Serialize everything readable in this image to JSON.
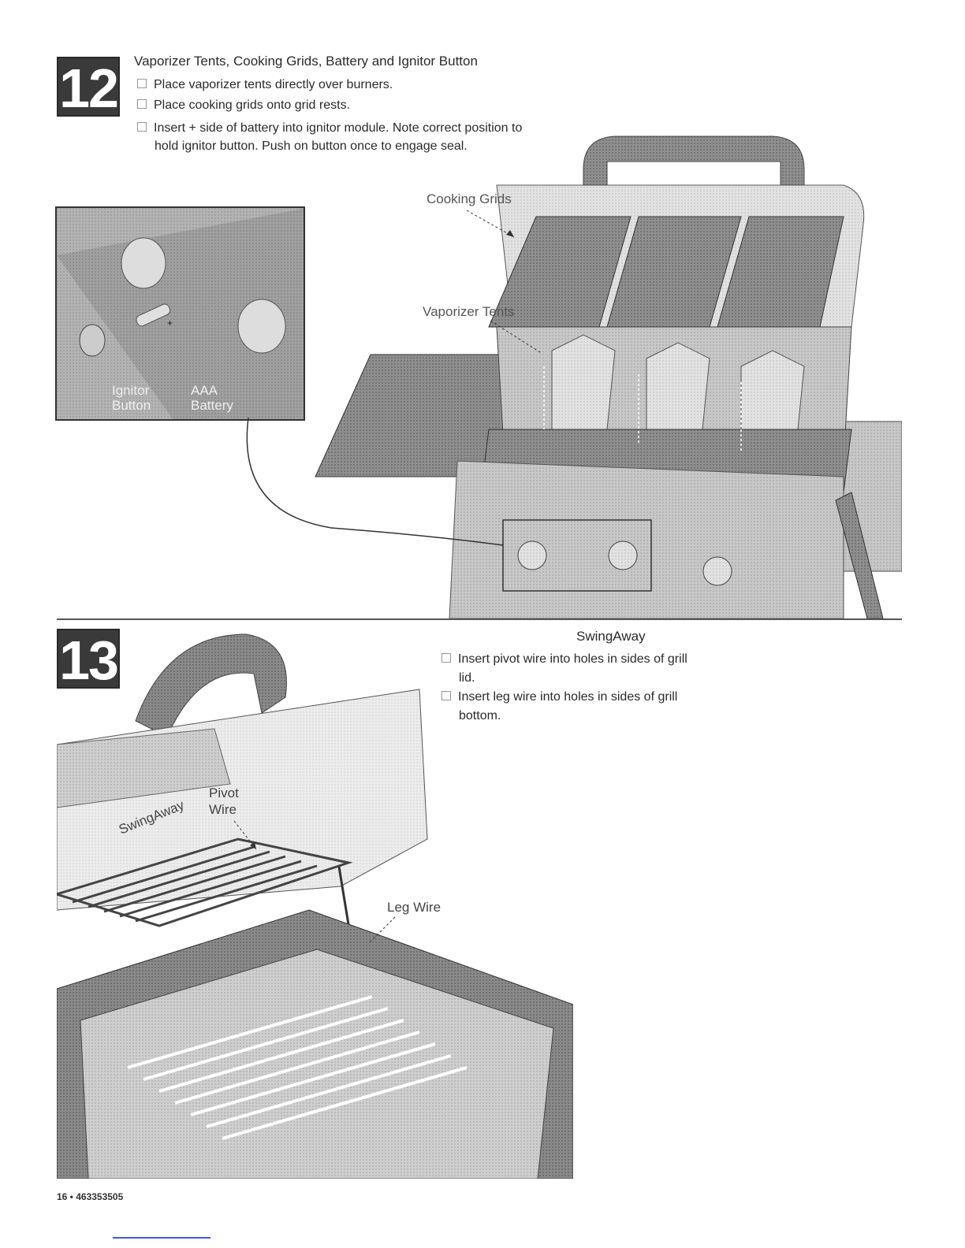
{
  "step12": {
    "number": "12",
    "title": "Vaporizer Tents, Cooking Grids, Battery and Ignitor Button",
    "bullets": [
      "Place vaporizer tents directly over burners.",
      "Place cooking grids onto grid rests.",
      "Insert + side of battery into ignitor module. Note correct position to",
      "hold ignitor button. Push on button once to engage seal."
    ],
    "callouts": {
      "cooking_grids": "Cooking Grids",
      "vaporizer_tents": "Vaporizer Tents",
      "ignitor_button_1": "Ignitor",
      "ignitor_button_2": "Button",
      "aaa_battery_1": "AAA",
      "aaa_battery_2": "Battery"
    }
  },
  "step13": {
    "number": "13",
    "heading": "SwingAway",
    "bullets": [
      "Insert pivot wire into holes in sides of grill",
      "lid.",
      "Insert leg wire into holes in sides of grill",
      "bottom."
    ],
    "callouts": {
      "swingaway": "SwingAway",
      "pivot_1": "Pivot",
      "pivot_2": "Wire",
      "leg_wire": "Leg Wire"
    }
  },
  "footer": {
    "page": "16 • 463353505"
  }
}
